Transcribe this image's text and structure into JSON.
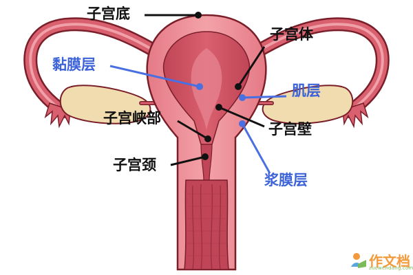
{
  "labels": {
    "fundus": "子宫底",
    "body": "子宫体",
    "endometrium": "黏膜层",
    "myometrium": "肌层",
    "isthmus": "子宫峡部",
    "wall": "子宫壁",
    "serosa": "浆膜层",
    "cervix": "子宫颈"
  },
  "watermark": {
    "name": "作文档",
    "url": "zuowendang.com"
  },
  "colors": {
    "label_black": "#111111",
    "label_blue": "#3d63d8",
    "leader_blue": "#4a6fe0",
    "uterus_outer": "#e8808a",
    "uterus_inner": "#c94a5a",
    "ovary": "#f1dcb0",
    "outline": "#7a1f2a"
  }
}
